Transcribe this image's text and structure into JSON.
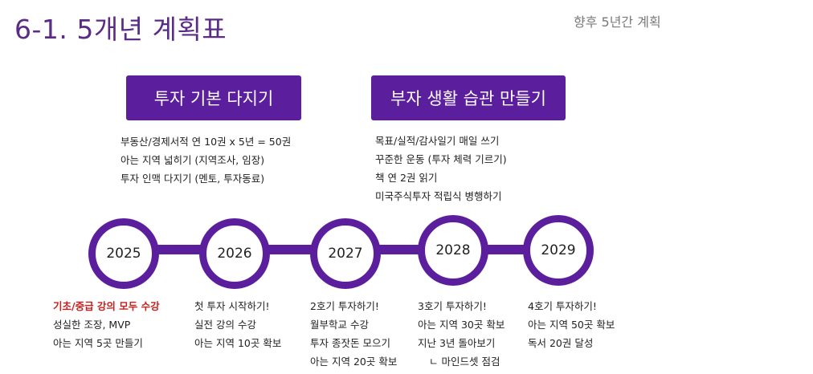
{
  "header": {
    "title": "6-1. 5개년 계획표",
    "subtitle": "향후 5년간 계획"
  },
  "goals": [
    {
      "label": "투자 기본 다지기",
      "items": [
        "부동산/경제서적 연 10권 x 5년 = 50권",
        "아는 지역 넓히기 (지역조사, 임장)",
        "투자 인맥 다지기 (멘토, 투자동료)"
      ]
    },
    {
      "label": "부자 생활 습관 만들기",
      "items": [
        "목표/실적/감사일기 매일 쓰기",
        "꾸준한 운동 (투자 체력 기르기)",
        "책 연 2권 읽기",
        "미국주식투자 적립식 병행하기"
      ]
    }
  ],
  "timeline": [
    {
      "year": "2025",
      "items": [
        "기초/중급 강의 모두 수강",
        "성실한 조장, MVP",
        "아는 지역 5곳 만들기"
      ]
    },
    {
      "year": "2026",
      "items": [
        "첫 투자 시작하기!",
        "실전 강의 수강",
        "아는 지역 10곳 확보"
      ]
    },
    {
      "year": "2027",
      "items": [
        "2호기 투자하기!",
        "월부학교 수강",
        "투자 종잣돈 모으기",
        "아는 지역 20곳 확보"
      ]
    },
    {
      "year": "2028",
      "items": [
        "3호기 투자하기!",
        "아는 지역 30곳 확보",
        "지난 3년 돌아보기",
        "ㄴ 마인드셋 점검"
      ]
    },
    {
      "year": "2029",
      "items": [
        "4호기 투자하기!",
        "아는 지역 50곳 확보",
        "독서 20권 달성"
      ]
    }
  ],
  "colors": {
    "accent": "#5b1e9c",
    "title": "#5b2c86",
    "highlight": "#c8201e"
  }
}
